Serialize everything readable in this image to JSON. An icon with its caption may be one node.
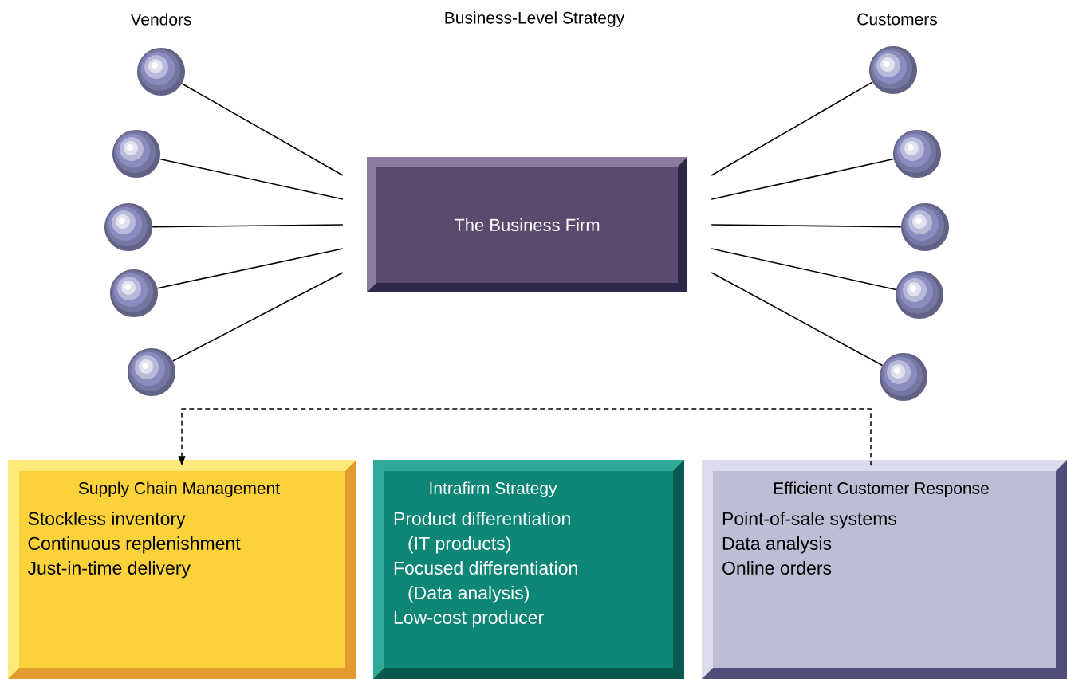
{
  "diagram": {
    "nodes": [
      {
        "text": [
          "The Business Firm"
        ]
      },
      {
        "text": [],
        "shape": "circle"
      },
      {
        "text": [],
        "shape": "circle"
      },
      {
        "text": [],
        "shape": "circle"
      },
      {
        "text": [],
        "shape": "circle"
      },
      {
        "text": [],
        "shape": "circle"
      },
      {
        "text": [],
        "shape": "circle"
      },
      {
        "text": [],
        "shape": "circle"
      },
      {
        "text": [],
        "shape": "circle"
      },
      {
        "text": [],
        "shape": "circle"
      },
      {
        "text": [],
        "shape": "circle"
      },
      {
        "text": [
          "Supply Chain Management",
          "Stockless inventory",
          "Continuous replenishment",
          "Just-in-time delivery"
        ]
      },
      {
        "text": [
          "Intrafirm Strategy",
          "Product differentiation (IT products)",
          "Focused differentiation (Data analysis)",
          "Low-cost producer"
        ]
      },
      {
        "text": [
          "Efficient Customer Response",
          "Point-of-sale systems",
          "Data analysis",
          "Online orders"
        ]
      }
    ],
    "edges": [
      {
        "from": 1,
        "to": 0,
        "arrow": "none"
      },
      {
        "from": 2,
        "to": 0,
        "arrow": "none"
      },
      {
        "from": 3,
        "to": 0,
        "arrow": "none"
      },
      {
        "from": 4,
        "to": 0,
        "arrow": "none"
      },
      {
        "from": 5,
        "to": 0,
        "arrow": "none"
      },
      {
        "from": 6,
        "to": 0,
        "arrow": "none"
      },
      {
        "from": 7,
        "to": 0,
        "arrow": "none"
      },
      {
        "from": 8,
        "to": 0,
        "arrow": "none"
      },
      {
        "from": 9,
        "to": 0,
        "arrow": "none"
      },
      {
        "from": 10,
        "to": 0,
        "arrow": "none"
      },
      {
        "from": 13,
        "to": 11,
        "arrow": "to",
        "style": "dashed"
      }
    ],
    "labels": [
      "Vendors",
      "Business-Level Strategy",
      "Customers"
    ]
  }
}
